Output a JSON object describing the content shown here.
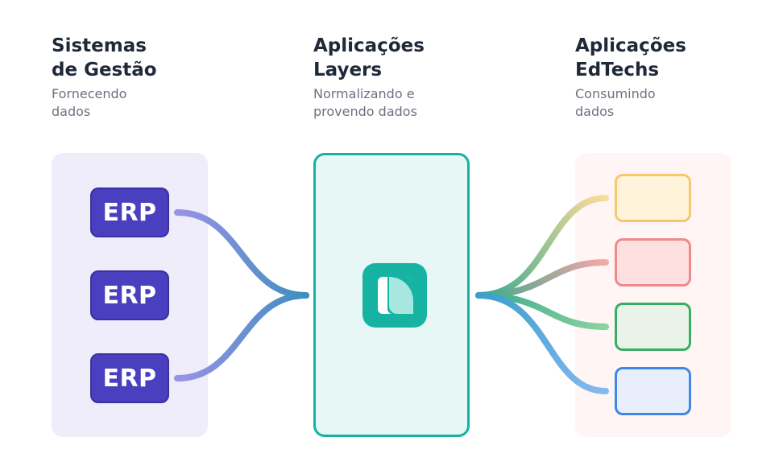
{
  "columns": [
    {
      "title_lines": [
        "Sistemas",
        "de Gestão"
      ],
      "subtitle_lines": [
        "Fornecendo",
        "dados"
      ]
    },
    {
      "title_lines": [
        "Aplicações",
        "Layers"
      ],
      "subtitle_lines": [
        "Normalizando e",
        "provendo dados"
      ]
    },
    {
      "title_lines": [
        "Aplicações",
        "EdTechs"
      ],
      "subtitle_lines": [
        "Consumindo",
        "dados"
      ]
    }
  ],
  "erp_boxes": [
    {
      "label": "ERP"
    },
    {
      "label": "ERP"
    },
    {
      "label": "ERP"
    }
  ],
  "edtech_apps": [
    {
      "name": "yellow-app",
      "fill": "#fff3dc",
      "border": "#f6c86b"
    },
    {
      "name": "red-app",
      "fill": "#ffe0e0",
      "border": "#f08a8a"
    },
    {
      "name": "green-app",
      "fill": "#e9f3ea",
      "border": "#3aae63"
    },
    {
      "name": "blue-app",
      "fill": "#e8eefb",
      "border": "#3f88e8"
    }
  ],
  "colors": {
    "left_panel": "#eeedf9",
    "center_panel_fill": "#e6f7f5",
    "center_panel_border": "#15b2a2",
    "right_panel": "#fff5f5",
    "erp_fill": "#4a3fbf",
    "flow_left": "#9a92e6",
    "flow_hub": "#3e8fbf",
    "logo": "#16b3a3"
  },
  "icons": {
    "logo": "layers-logo-icon"
  }
}
